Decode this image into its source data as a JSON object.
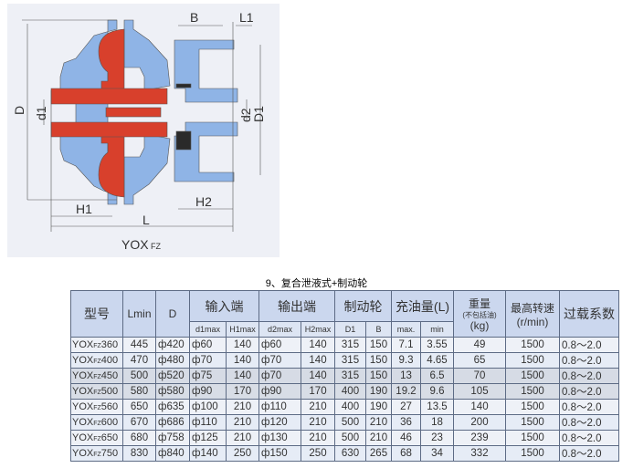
{
  "drawing": {
    "caption_main": "YOX",
    "caption_sub": "FZ",
    "labels": {
      "B": "B",
      "L1": "L1",
      "D": "D",
      "d1": "d1",
      "d2": "d2",
      "D1": "D1",
      "H1": "H1",
      "H2": "H2",
      "L": "L"
    },
    "colors": {
      "blue": "#8fb4e6",
      "red": "#d8402c",
      "dark": "#2a2a2a",
      "bg": "#eef0f6"
    }
  },
  "title": "9、复合泄液式+制动轮",
  "table": {
    "headers": {
      "model": "型号",
      "lmin": "Lmin",
      "d": "D",
      "input": "输入端",
      "output": "输出端",
      "brake": "制动轮",
      "oil": "充油量(L)",
      "weight": "重量",
      "weight_note": "(不包括油)",
      "weight_unit": "(kg)",
      "speed": "最高转速",
      "speed_unit": "(r/min)",
      "overload": "过载系数"
    },
    "subheaders": {
      "d1": "d1max",
      "h1": "H1max",
      "d2": "d2max",
      "h2": "H2max",
      "D1": "D1",
      "B": "B",
      "max": "max.",
      "min": "min"
    },
    "rows": [
      {
        "prefix": "YOX",
        "sub": "FZ",
        "num": "360",
        "lmin": "445",
        "d": "ф420",
        "d1": "ф60",
        "h1": "140",
        "d2": "ф60",
        "h2": "140",
        "D1": "315",
        "B": "150",
        "max": "7.1",
        "min": "3.55",
        "kg": "49",
        "speed": "1500",
        "overload": "0.8～2.0"
      },
      {
        "prefix": "YOX",
        "sub": "FZ",
        "num": "400",
        "lmin": "470",
        "d": "ф480",
        "d1": "ф70",
        "h1": "140",
        "d2": "ф70",
        "h2": "140",
        "D1": "315",
        "B": "150",
        "max": "9.3",
        "min": "4.65",
        "kg": "65",
        "speed": "1500",
        "overload": "0.8～2.0"
      },
      {
        "prefix": "YOX",
        "sub": "FZ",
        "num": "450",
        "lmin": "500",
        "d": "ф520",
        "d1": "ф75",
        "h1": "140",
        "d2": "ф70",
        "h2": "140",
        "D1": "315",
        "B": "150",
        "max": "13",
        "min": "6.5",
        "kg": "70",
        "speed": "1500",
        "overload": "0.8～2.0"
      },
      {
        "prefix": "YOX",
        "sub": "FZ",
        "num": "500",
        "lmin": "580",
        "d": "ф580",
        "d1": "ф90",
        "h1": "170",
        "d2": "ф90",
        "h2": "170",
        "D1": "400",
        "B": "190",
        "max": "19.2",
        "min": "9.6",
        "kg": "105",
        "speed": "1500",
        "overload": "0.8～2.0"
      },
      {
        "prefix": "YOX",
        "sub": "FZ",
        "num": "560",
        "lmin": "650",
        "d": "ф635",
        "d1": "ф100",
        "h1": "210",
        "d2": "ф110",
        "h2": "210",
        "D1": "400",
        "B": "190",
        "max": "27",
        "min": "13.5",
        "kg": "140",
        "speed": "1500",
        "overload": "0.8～2.0"
      },
      {
        "prefix": "YOX",
        "sub": "FZ",
        "num": "600",
        "lmin": "670",
        "d": "ф686",
        "d1": "ф110",
        "h1": "210",
        "d2": "ф120",
        "h2": "210",
        "D1": "500",
        "B": "210",
        "max": "36",
        "min": "18",
        "kg": "200",
        "speed": "1500",
        "overload": "0.8～2.0"
      },
      {
        "prefix": "YOX",
        "sub": "FZ",
        "num": "650",
        "lmin": "680",
        "d": "ф758",
        "d1": "ф125",
        "h1": "210",
        "d2": "ф130",
        "h2": "210",
        "D1": "500",
        "B": "210",
        "max": "46",
        "min": "23",
        "kg": "239",
        "speed": "1500",
        "overload": "0.8～2.0"
      },
      {
        "prefix": "YOX",
        "sub": "FZ",
        "num": "750",
        "lmin": "830",
        "d": "ф840",
        "d1": "ф140",
        "h1": "250",
        "d2": "ф150",
        "h2": "250",
        "D1": "630",
        "B": "265",
        "max": "68",
        "min": "34",
        "kg": "332",
        "speed": "1500",
        "overload": "0.8～2.0"
      }
    ]
  }
}
